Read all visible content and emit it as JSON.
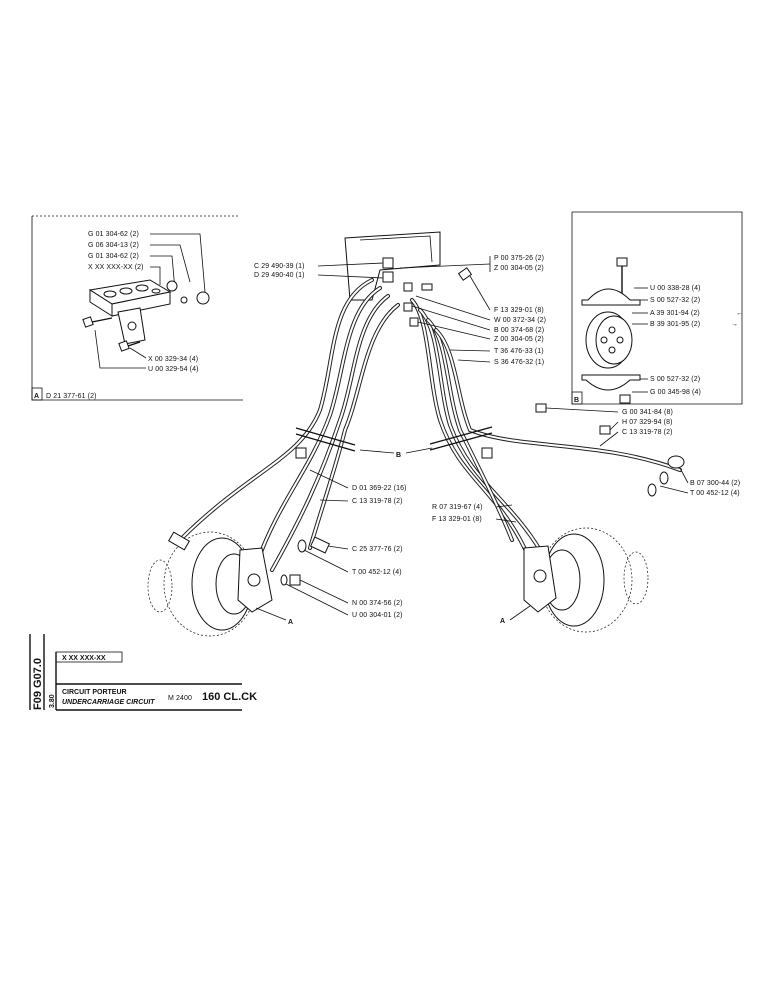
{
  "detail_a": {
    "labels": [
      "G 01 304-62 (2)",
      "G 06 304-13 (2)",
      "G 01 304-62 (2)",
      "X XX XXX-XX (2)",
      "X 00 329-34 (4)",
      "U 00 329-54 (4)"
    ],
    "tag": "A",
    "ref": "D 21 377-61 (2)"
  },
  "detail_b": {
    "labels": [
      "U 00 338-28 (4)",
      "S 00 527-32 (2)",
      "A 39 301-94 (2)",
      "B 39 301-95 (2)",
      "S 00 527-32 (2)",
      "G 00 345-98 (4)"
    ],
    "tag": "B"
  },
  "main_labels": {
    "top_left": [
      "C 29 490-39 (1)",
      "D 29 490-40 (1)"
    ],
    "top_right": [
      "P 00 375-26 (2)",
      "Z 00 304-05 (2)"
    ],
    "right_col": [
      "F 13 329-01 (8)",
      "W 00 372-34 (2)",
      "B 00 374-68 (2)",
      "Z 00 304-05 (2)",
      "T 36 476-33 (1)",
      "S 36 476-32 (1)"
    ],
    "right_lower": [
      "G 00 341-84 (8)",
      "H 07 329-94 (8)",
      "C 13 319-78 (2)"
    ],
    "far_right": [
      "B 07 300-44 (2)",
      "T 00 452-12 (4)"
    ],
    "center": [
      "D 01 369-22 (16)",
      "C 13 319-78 (2)",
      "C 25 377-76 (2)",
      "T 00 452-12 (4)",
      "N 00 374-56 (2)",
      "U 00 304-01 (2)"
    ],
    "center_right": [
      "R 07 319-67 (4)",
      "F 13 329-01 (8)"
    ],
    "callouts": {
      "b": "B",
      "a_left": "A",
      "a_right": "A"
    }
  },
  "title_block": {
    "doc_code": "F09 G07.0",
    "sheet": "3.80",
    "part_no": "X XX XXX-XX",
    "title_fr": "CIRCUIT PORTEUR",
    "title_en": "UNDERCARRIAGE CIRCUIT",
    "model": "M 2400",
    "variant": "160 CL.CK"
  }
}
